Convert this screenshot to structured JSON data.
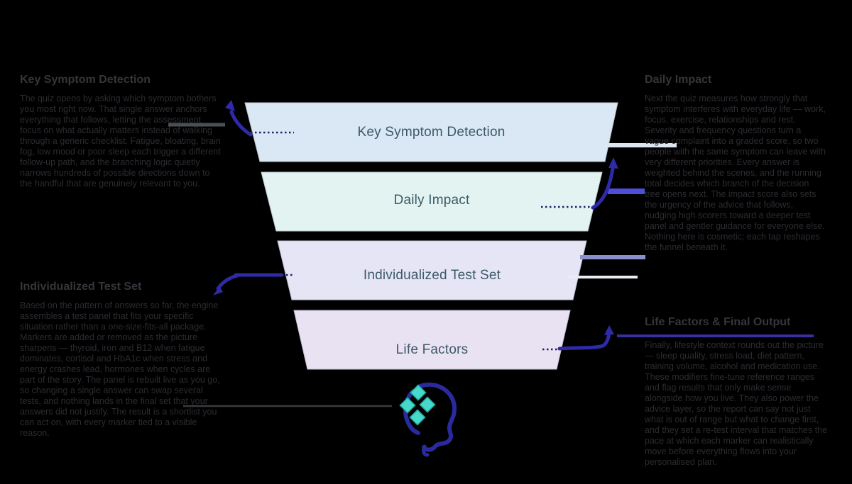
{
  "canvas": {
    "background": "#000000"
  },
  "funnel": {
    "stages": [
      {
        "label": "Key Symptom Detection",
        "fill": "#d9e8f4",
        "text_color": "#3d5a66"
      },
      {
        "label": "Daily Impact",
        "fill": "#e2f3f1",
        "text_color": "#3d5a66"
      },
      {
        "label": "Individualized Test Set",
        "fill": "#e5e5f6",
        "text_color": "#3d5a66"
      },
      {
        "label": "Life Factors",
        "fill": "#e9e2f3",
        "text_color": "#3d5a66"
      }
    ]
  },
  "annotations": {
    "top_left": {
      "heading": "Key Symptom Detection",
      "body": "The quiz opens by asking which symptom bothers you most right now. That single answer anchors everything that follows, letting the assessment focus on what actually matters instead of walking through a generic checklist. Fatigue, bloating, brain fog, low mood or poor sleep each trigger a different follow-up path, and the branching logic quietly narrows hundreds of possible directions down to the handful that are genuinely relevant to you."
    },
    "top_right": {
      "heading": "Daily Impact",
      "body": "Next the quiz measures how strongly that symptom interferes with everyday life — work, focus, exercise, relationships and rest. Severity and frequency questions turn a vague complaint into a graded score, so two people with the same symptom can leave with very different priorities. Every answer is weighted behind the scenes, and the running total decides which branch of the decision tree opens next. The impact score also sets the urgency of the advice that follows, nudging high scorers toward a deeper test panel and gentler guidance for everyone else. Nothing here is cosmetic; each tap reshapes the funnel beneath it."
    },
    "bottom_left": {
      "heading": "Individualized Test Set",
      "body": "Based on the pattern of answers so far, the engine assembles a test panel that fits your specific situation rather than a one-size-fits-all package. Markers are added or removed as the picture sharpens — thyroid, iron and B12 when fatigue dominates, cortisol and HbA1c when stress and energy crashes lead, hormones when cycles are part of the story. The panel is rebuilt live as you go, so changing a single answer can swap several tests, and nothing lands in the final set that your answers did not justify. The result is a shortlist you can act on, with every marker tied to a visible reason."
    },
    "bottom_right": {
      "heading": "Life Factors & Final Output",
      "body": "Finally, lifestyle context rounds out the picture — sleep quality, stress load, diet pattern, training volume, alcohol and medication use. These modifiers fine-tune reference ranges and flag results that only make sense alongside how you live. They also power the advice layer, so the report can say not just what is out of range but what to change first, and they set a re-test interval that matches the pace at which each marker can realistically move before everything flows into your personalised plan."
    }
  },
  "icons": {
    "bottom_icon": "head-profile-with-sparkle-diamonds"
  },
  "colors": {
    "arrow_indigo": "#2e2aa8",
    "arrow_indigo_bright": "#4e4ed8",
    "leader_dotted_navy": "#1e1e66",
    "connector_periwinkle": "#8a90cc",
    "connector_pale": "#dde6ee",
    "connector_purple": "#392f9e",
    "connector_gray": "#4b5054",
    "diamond_teal": "#47d9cb",
    "diamond_teal_border": "#23a89c"
  }
}
